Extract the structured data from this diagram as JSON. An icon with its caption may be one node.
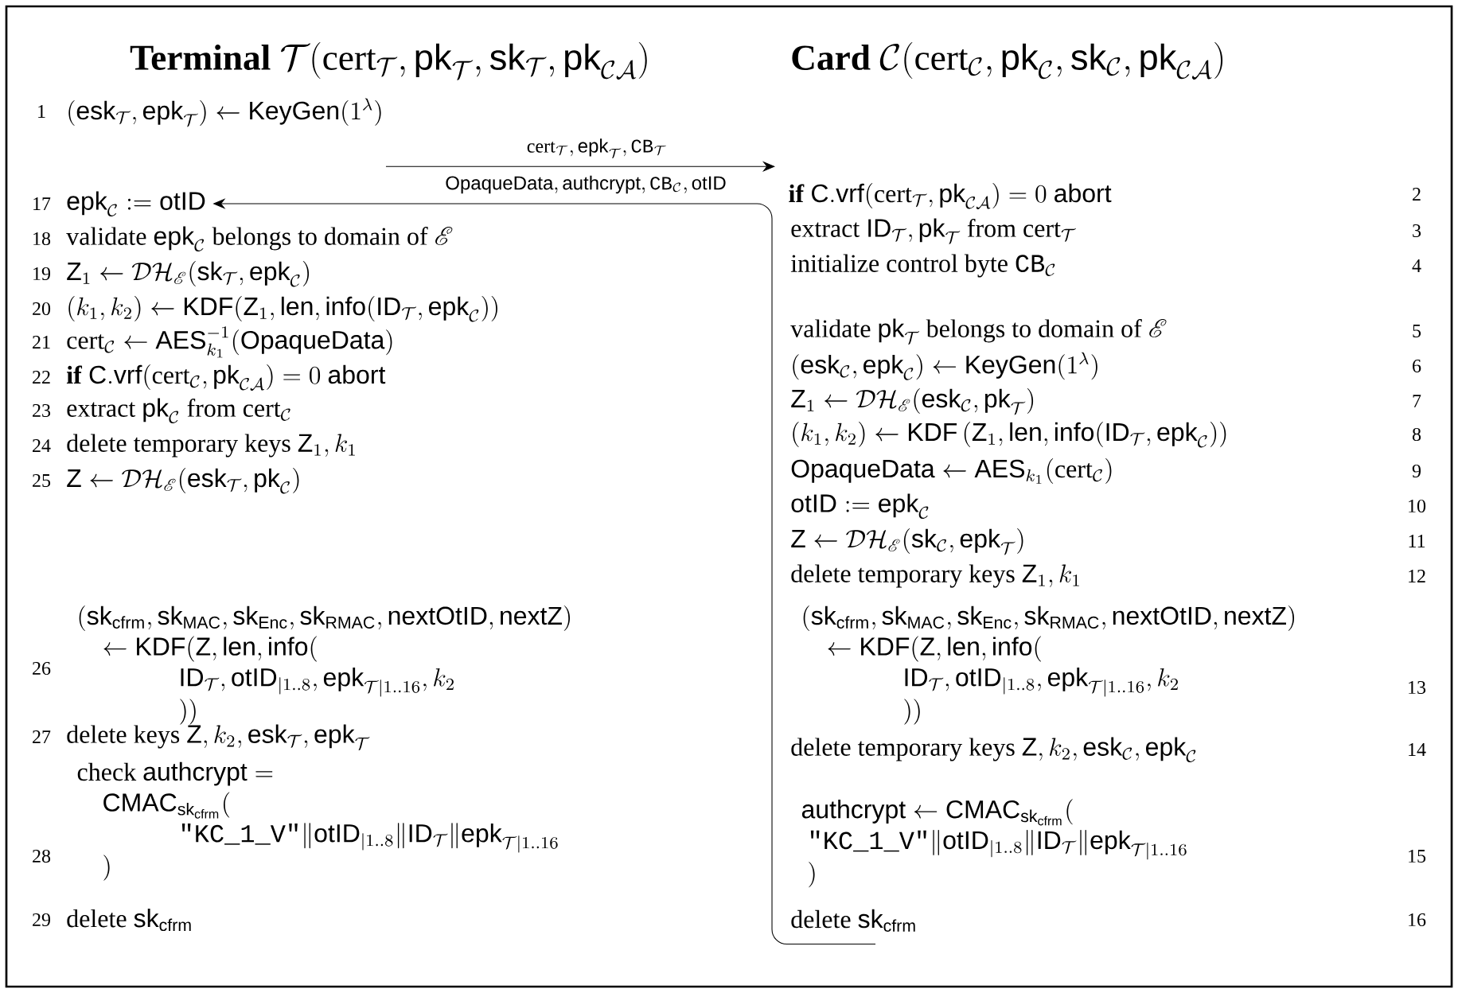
{
  "diagram": {
    "nodes": [
      {
        "text": [
          "(\\mathsf{esk}_{\\mathcal{T}}, \\mathsf{epk}_{\\mathcal{T}}) \\leftarrow \\mathsf{KeyGen}(1^{\\lambda})"
        ],
        "beside": [
          "1"
        ]
      },
      {
        "text": [
          "\\text{\\textbf{if} } \\mathsf{C.vrf}(\\mathrm{cert}_{\\mathcal{T}}, \\mathsf{pk}_{\\mathcal{CA}}) = 0 \\text{ \\textsf{abort}}"
        ]
      },
      {
        "text": [
          "\\text{extract } \\mathsf{ID}_{\\mathcal{T}}, \\mathsf{pk}_{\\mathcal{T}} \\text{ from } \\mathrm{cert}_{\\mathcal{T}}"
        ]
      },
      {
        "text": [
          "\\text{initialize control byte } \\mathtt{CB}_{\\mathcal{C}}"
        ]
      },
      {
        "text": [
          "\\text{validate } \\mathsf{pk}_{\\mathcal{T}} \\text{ belongs to domain of } \\mathscr{E}"
        ]
      },
      {
        "text": [
          "(\\mathsf{esk}_{\\mathcal{C}}, \\mathsf{epk}_{\\mathcal{C}}) \\leftarrow \\mathsf{KeyGen}(1^{\\lambda})"
        ]
      },
      {
        "text": [
          "\\mathsf{Z}_1 \\leftarrow \\mathcal{DH}_{\\mathscr{E}}(\\mathsf{esk}_{\\mathcal{C}}, \\mathsf{pk}_{\\mathcal{T}})"
        ]
      },
      {
        "text": [
          "(k_1, k_2) \\leftarrow \\mathsf{KDF}\\,(\\mathsf{Z}_1, \\mathsf{len}, \\mathsf{info}(\\mathsf{ID}_{\\mathcal{T}}, \\mathsf{epk}_{\\mathcal{C}}))"
        ]
      },
      {
        "text": [
          "\\mathsf{OpaqueData} \\leftarrow \\mathsf{AES}_{k_1}(\\mathrm{cert}_{\\mathcal{C}})"
        ]
      },
      {
        "text": [
          "\\mathsf{otID} := \\mathsf{epk}_{\\mathcal{C}}"
        ]
      },
      {
        "text": [
          "\\mathsf{Z} \\leftarrow \\mathcal{DH}_{\\mathscr{E}}(\\mathsf{sk}_{\\mathcal{C}}, \\mathsf{epk}_{\\mathcal{T}})"
        ]
      },
      {
        "text": [
          "\\text{delete temporary keys } \\mathsf{Z}_1, k_1"
        ]
      },
      {
        "text": [
          "\\begin{array}{l} (\\mathsf{sk}_{\\mathsf{cfrm}}, \\mathsf{sk}_{\\mathsf{MAC}}, \\mathsf{sk}_{\\mathsf{Enc}}, \\mathsf{sk}_{\\mathsf{RMAC}}, \\mathsf{nextOtID}, \\mathsf{nextZ}) \\\\ \\quad \\leftarrow \\mathsf{KDF}(\\mathsf{Z}, \\mathsf{len}, \\mathsf{info}( \\\\ \\qquad\\qquad \\mathsf{ID}_{\\mathcal{T}}, \\mathsf{otID}_{|1..8}, \\mathsf{epk}_{\\mathcal{T}|1..16}, k_2 \\\\ \\qquad\\qquad )) \\end{array}"
        ]
      },
      {
        "text": [
          "\\text{delete temporary keys } \\mathsf{Z}, k_2, \\mathsf{esk}_{\\mathcal{C}}, \\mathsf{epk}_{\\mathcal{C}}"
        ]
      },
      {
        "text": [
          "\\begin{array}{l} \\mathsf{authcrypt} \\leftarrow \\mathsf{CMAC}_{\\mathsf{sk}_{\\mathsf{cfrm}}}( \\\\ \\ \\texttt{\"KC\\_1\\_V\"} \\| \\mathsf{otID}_{|1..8} \\| \\mathsf{ID}_{\\mathcal{T}} \\| \\mathsf{epk}_{\\mathcal{T}|1..16} \\\\ \\ ) \\end{array}"
        ]
      },
      {
        "text": [
          "\\text{delete } \\mathsf{sk}_{\\mathsf{cfrm}}"
        ]
      },
      {
        "text": [
          "\\mathsf{epk}_{\\mathcal{C}} := \\mathsf{otID}"
        ],
        "beside": [
          "17"
        ]
      },
      {
        "text": [
          "\\text{validate } \\mathsf{epk}_{\\mathcal{C}} \\text{ belongs to domain of } \\mathscr{E}"
        ],
        "beside": [
          "18"
        ]
      },
      {
        "text": [
          "\\mathsf{Z}_1 \\leftarrow \\mathcal{DH}_{\\mathscr{E}}(\\mathsf{sk}_{\\mathcal{T}}, \\mathsf{epk}_{\\mathcal{C}})"
        ],
        "beside": [
          "19"
        ]
      },
      {
        "text": [
          "(k_1, k_2) \\leftarrow \\mathsf{KDF}(\\mathsf{Z}_1, \\mathsf{len}, \\mathsf{info}(\\mathsf{ID}_{\\mathcal{T}}, \\mathsf{epk}_{\\mathcal{C}}))"
        ],
        "beside": [
          "20"
        ]
      },
      {
        "text": [
          "\\mathrm{cert}_{\\mathcal{C}} \\leftarrow \\mathsf{AES}^{-1}_{k_1}(\\mathsf{OpaqueData})"
        ],
        "beside": [
          "21"
        ]
      },
      {
        "text": [
          "\\text{\\textbf{if} } \\mathsf{C.vrf}(\\mathrm{cert}_{\\mathcal{C}}, \\mathsf{pk}_{\\mathcal{CA}}) = 0 \\text{ \\textsf{abort}}"
        ],
        "beside": [
          "22"
        ]
      },
      {
        "text": [
          "\\text{extract } \\mathsf{pk}_{\\mathcal{C}} \\text{ from } \\mathrm{cert}_{\\mathcal{C}}"
        ],
        "beside": [
          "23"
        ]
      },
      {
        "text": [
          "\\text{delete temporary keys } \\mathsf{Z}_1, k_1"
        ],
        "beside": [
          "24"
        ]
      },
      {
        "text": [
          "\\mathsf{Z} \\leftarrow \\mathcal{DH}_{\\mathscr{E}}(\\mathsf{esk}_{\\mathcal{T}}, \\mathsf{pk}_{\\mathcal{C}})"
        ],
        "beside": [
          "25"
        ]
      },
      {
        "text": [
          "\\begin{array}{l} (\\mathsf{sk}_{\\mathsf{cfrm}}, \\mathsf{sk}_{\\mathsf{MAC}}, \\mathsf{sk}_{\\mathsf{Enc}}, \\mathsf{sk}_{\\mathsf{RMAC}}, \\mathsf{nextOtID}, \\mathsf{nextZ}) \\\\ \\quad \\leftarrow \\mathsf{KDF}(\\mathsf{Z}, \\mathsf{len}, \\mathsf{info}( \\\\ \\qquad\\qquad \\mathsf{ID}_{\\mathcal{T}}, \\mathsf{otID}_{|1..8}, \\mathsf{epk}_{\\mathcal{T}|1..16}, k_2 \\\\ \\qquad\\qquad )) \\end{array}"
        ],
        "beside": [
          "26"
        ]
      },
      {
        "text": [
          "\\text{delete keys } \\mathsf{Z}, k_2, \\mathsf{esk}_{\\mathcal{T}}, \\mathsf{epk}_{\\mathcal{T}}"
        ],
        "beside": [
          "27"
        ]
      },
      {
        "text": [
          "\\begin{array}{l} \\text{check } \\mathsf{authcrypt} = \\\\ \\quad \\mathsf{CMAC}_{\\mathsf{sk}_{\\mathsf{cfrm}}}( \\\\ \\qquad\\qquad \\texttt{\"KC\\_1\\_V\"} \\| \\mathsf{otID}_{|1..8} \\| \\mathsf{ID}_{\\mathcal{T}} \\| \\mathsf{epk}_{\\mathcal{T}|1..16} \\\\ \\quad ) \\end{array}"
        ],
        "beside": [
          "28"
        ]
      },
      {
        "text": [
          "\\text{delete } \\mathsf{sk}_{\\mathsf{cfrm}}"
        ],
        "beside": [
          "29"
        ]
      }
    ],
    "edges": [
      {
        "from": 0,
        "to": 1,
        "arrow": "to",
        "label": "\\mathrm{cert}_{\\mathcal{T}}, \\mathsf{epk}_{\\mathcal{T}}, \\mathtt{CB}_{\\mathcal{T}}"
      },
      {
        "from": 15,
        "to": 16,
        "arrow": "to",
        "label": "\\mathsf{OpaqueData}, \\mathsf{authcrypt}, \\mathtt{CB}_{\\mathcal{C}}, \\mathsf{otID}"
      }
    ],
    "labels": [
      "\\text{\\textbf{Terminal} } \\mathcal{T}(\\mathrm{cert}_{\\mathcal{T}}, \\mathsf{pk}_{\\mathcal{T}}, \\mathsf{sk}_{\\mathcal{T}}, \\mathsf{pk}_{\\mathcal{CA}})",
      "\\text{\\textbf{Card} } \\mathcal{C}(\\mathrm{cert}_{\\mathcal{C}}, \\mathsf{pk}_{\\mathcal{C}}, \\mathsf{sk}_{\\mathcal{C}}, \\mathsf{pk}_{\\mathcal{CA}})",
      "2",
      "3",
      "4",
      "5",
      "6",
      "7",
      "8",
      "9",
      "10",
      "11",
      "12",
      "13",
      "14",
      "15",
      "16"
    ]
  }
}
